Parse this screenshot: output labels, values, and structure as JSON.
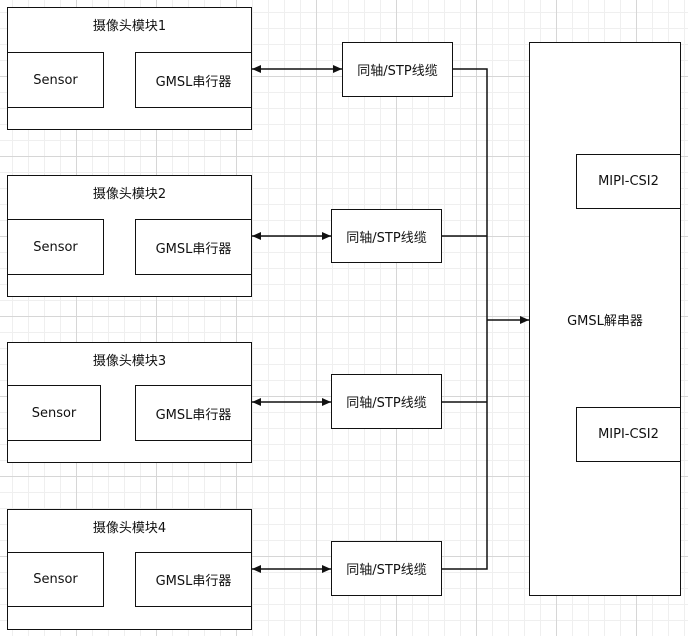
{
  "colors": {
    "stroke": "#111111",
    "box_fill": "#ffffff",
    "grid_major": "#d6d6d6",
    "grid_minor": "#efefef"
  },
  "modules": [
    {
      "title": "摄像头模块1",
      "sensor": "Sensor",
      "serializer": "GMSL串行器",
      "cable": "同轴/STP线缆"
    },
    {
      "title": "摄像头模块2",
      "sensor": "Sensor",
      "serializer": "GMSL串行器",
      "cable": "同轴/STP线缆"
    },
    {
      "title": "摄像头模块3",
      "sensor": "Sensor",
      "serializer": "GMSL串行器",
      "cable": "同轴/STP线缆"
    },
    {
      "title": "摄像头模块4",
      "sensor": "Sensor",
      "serializer": "GMSL串行器",
      "cable": "同轴/STP线缆"
    }
  ],
  "decoder": {
    "label": "GMSL解串器",
    "ports": [
      "MIPI-CSI2",
      "MIPI-CSI2"
    ]
  }
}
